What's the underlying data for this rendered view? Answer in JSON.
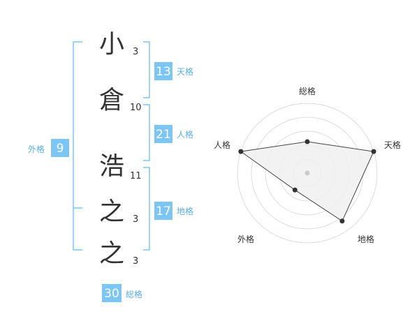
{
  "colors": {
    "accent": "#7cc6f5",
    "label": "#5aaee6",
    "text": "#333333",
    "radar_line": "#444444",
    "radar_fill": "#f0f0f0",
    "radar_grid": "#dddddd"
  },
  "name": {
    "characters": [
      {
        "char": "小",
        "strokes": "3"
      },
      {
        "char": "倉",
        "strokes": "10"
      },
      {
        "char": "浩",
        "strokes": "11"
      },
      {
        "char": "之",
        "strokes": "3"
      },
      {
        "char": "之",
        "strokes": "3"
      }
    ]
  },
  "fortunes": {
    "tenkaku": {
      "value": "13",
      "label": "天格"
    },
    "jinkaku": {
      "value": "21",
      "label": "人格"
    },
    "chikaku": {
      "value": "17",
      "label": "地格"
    },
    "gaikaku": {
      "value": "9",
      "label": "外格"
    },
    "soukaku": {
      "value": "30",
      "label": "総格"
    }
  },
  "chart_data": {
    "type": "radar",
    "axes": [
      "総格",
      "天格",
      "地格",
      "外格",
      "人格"
    ],
    "values": [
      0.45,
      1.0,
      0.85,
      0.3,
      1.0
    ],
    "rings": 5,
    "grid": true
  }
}
